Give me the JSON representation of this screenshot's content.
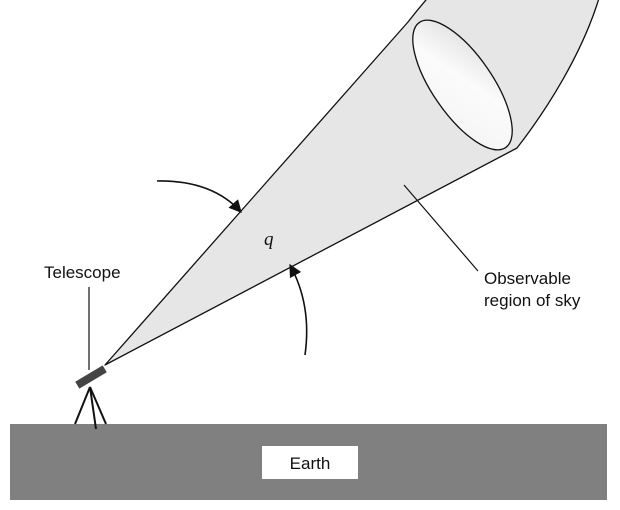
{
  "labels": {
    "telescope": "Telescope",
    "angle": "q",
    "region_line1": "Observable",
    "region_line2": "region of sky",
    "earth": "Earth"
  },
  "colors": {
    "ground": "#808080",
    "cone_fill": "#e6e6e6",
    "cone_outline": "#111111",
    "telescope_body": "#444444",
    "earth_label_bg": "#ffffff"
  }
}
